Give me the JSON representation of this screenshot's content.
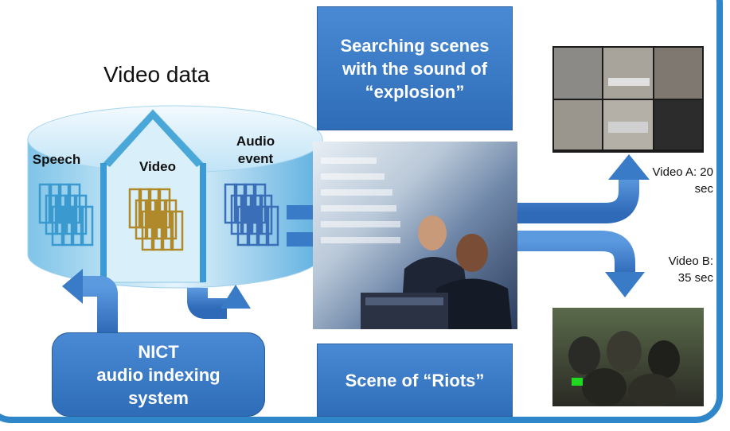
{
  "title": "Video data",
  "cylinder": {
    "speech_label": "Speech",
    "video_label": "Video",
    "audio_event_label": "Audio\nevent"
  },
  "nict_box": "NICT\naudio indexing\nsystem",
  "search_box": "Searching scenes\nwith the sound of\n“explosion”",
  "riots_box": "Scene of “Riots”",
  "video_a_caption": "Video A: 20\nsec",
  "video_b_caption": "Video B:\n35 sec",
  "colors": {
    "frame": "#2f86c8",
    "box": "#3a7bc8",
    "speech_frames": "#3a9ad0",
    "video_frames": "#b08a2a",
    "audio_frames": "#3a6fb8",
    "arrow": "#3a7bc8"
  }
}
